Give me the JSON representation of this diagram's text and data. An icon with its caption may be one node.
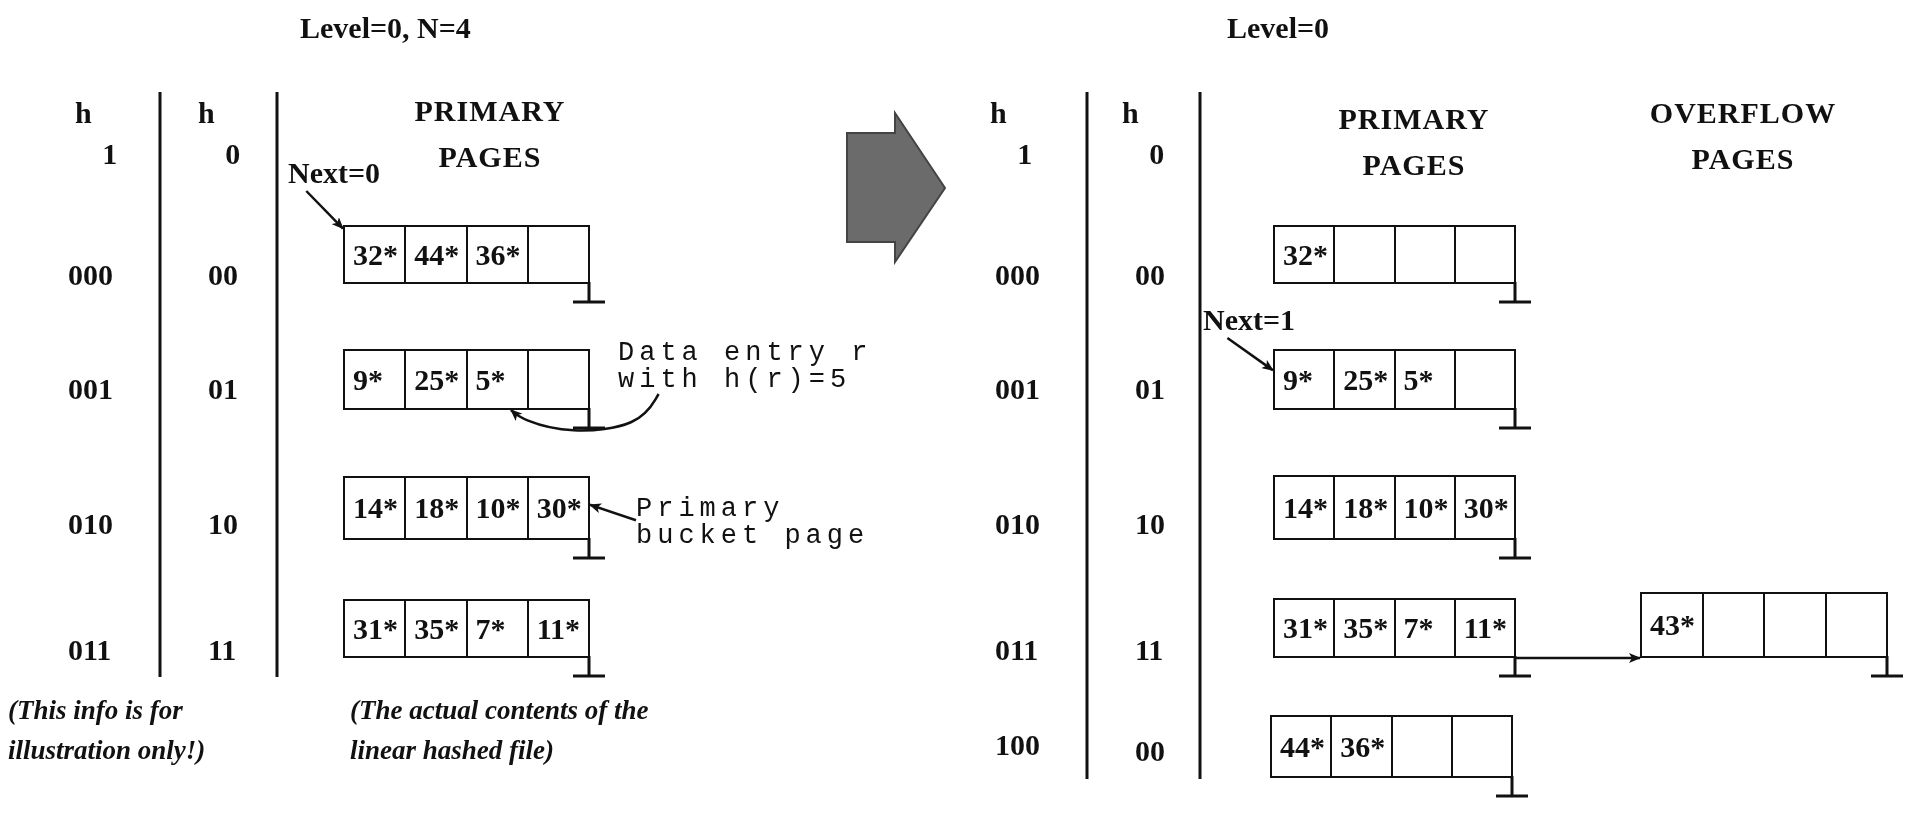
{
  "diagram": {
    "nodes": [
      {
        "text": [
          "Next=0"
        ]
      },
      {
        "text": [
          "32*",
          "44*",
          "36*"
        ]
      },
      {
        "text": [
          "Data entry r with h(r)=5"
        ]
      },
      {
        "text": [
          "9*",
          "25*",
          "5*"
        ]
      },
      {
        "text": [
          "Primary bucket page"
        ]
      },
      {
        "text": [
          "14*",
          "18*",
          "10*",
          "30*"
        ]
      },
      {
        "text": [
          "31*",
          "35*",
          "7*",
          "11*"
        ]
      },
      {
        "text": [
          "32*"
        ]
      },
      {
        "text": [
          "Next=1"
        ]
      },
      {
        "text": [
          "9*",
          "25*",
          "5*"
        ]
      },
      {
        "text": [
          "14*",
          "18*",
          "10*",
          "30*"
        ]
      },
      {
        "text": [
          "31*",
          "35*",
          "7*",
          "11*"
        ]
      },
      {
        "text": [
          "43*"
        ]
      },
      {
        "text": [
          "44*",
          "36*"
        ]
      }
    ],
    "edges": [
      {
        "from": 0,
        "to": 1,
        "arrow": "to"
      },
      {
        "from": 2,
        "to": 3,
        "arrow": "to"
      },
      {
        "from": 4,
        "to": 5,
        "arrow": "to"
      },
      {
        "from": 8,
        "to": 9,
        "arrow": "to"
      },
      {
        "from": 11,
        "to": 12,
        "arrow": "to"
      }
    ],
    "labels": [
      "Level=0, N=4",
      "h$_{1}$",
      "h$_{0}$",
      "PRIMARY PAGES",
      "000",
      "00",
      "001",
      "01",
      "010",
      "10",
      "011",
      "11",
      "(This info is for illustration only!)",
      "(The actual contents of the linear hashed file)",
      "Level=0",
      "h$_{1}$",
      "h$_{0}$",
      "PRIMARY PAGES",
      "OVERFLOW PAGES",
      "000",
      "00",
      "001",
      "01",
      "010",
      "10",
      "011",
      "11",
      "100",
      "00"
    ]
  }
}
